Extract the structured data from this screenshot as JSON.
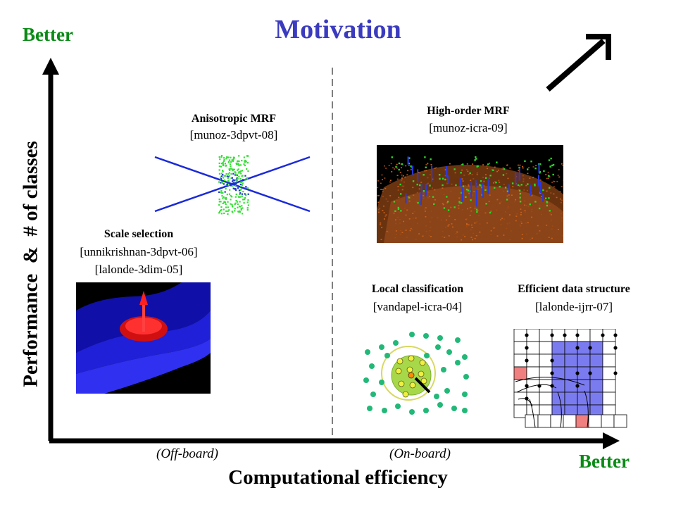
{
  "title": "Motivation",
  "y_axis": {
    "better": "Better",
    "label": "Performance  &  # of classes"
  },
  "x_axis": {
    "better": "Better",
    "label": "Computational efficiency",
    "off_board": "(Off-board)",
    "on_board": "(On-board)"
  },
  "items": {
    "scale_selection": {
      "title": "Scale selection",
      "refs": [
        "[unnikrishnan-3dpvt-06]",
        "[lalonde-3dim-05]"
      ]
    },
    "anisotropic_mrf": {
      "title": "Anisotropic MRF",
      "refs": [
        "[munoz-3dpvt-08]"
      ]
    },
    "high_order_mrf": {
      "title": "High-order MRF",
      "refs": [
        "[munoz-icra-09]"
      ]
    },
    "local_classification": {
      "title": "Local classification",
      "refs": [
        "[vandapel-icra-04]"
      ]
    },
    "efficient_data_structure": {
      "title": "Efficient data structure",
      "refs": [
        "[lalonde-ijrr-07]"
      ]
    }
  },
  "colors": {
    "title": "#3b3bbf",
    "better": "#0a8a16",
    "grid_fill": "#7b7bf0",
    "grid_highlight": "#f08080",
    "dots": "#22b14c"
  }
}
